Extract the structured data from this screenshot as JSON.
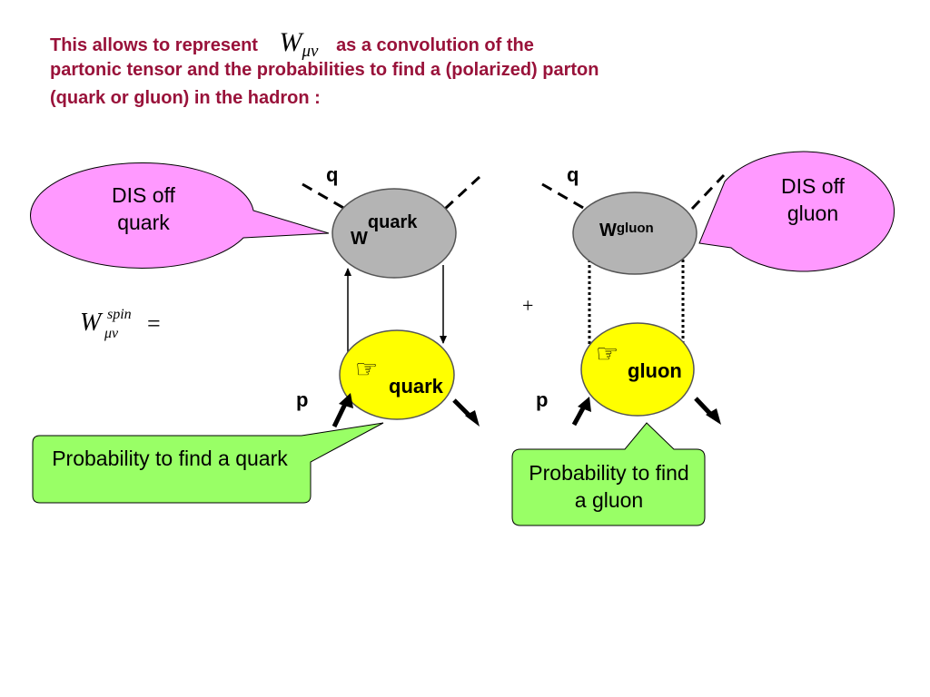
{
  "intro": {
    "line1_before": "This allows to represent",
    "math_W": "W",
    "math_sub": "μν",
    "line1_after": "as a convolution of the",
    "line2": "partonic tensor and the probabilities to find a (polarized) parton",
    "line3": "(quark or gluon) in the hadron :"
  },
  "equation": {
    "W": "W",
    "sup": "spin",
    "sub": "μν",
    "equals": "="
  },
  "plus": "+",
  "quark_diagram": {
    "photon_label": "q",
    "proton_label": "p",
    "tensor_W": "W",
    "tensor_sup": "quark",
    "dist_symbol": "☞",
    "dist_label": "quark",
    "callout_top": "DIS off quark",
    "callout_bottom": "Probability to find a quark"
  },
  "gluon_diagram": {
    "photon_label": "q",
    "proton_label": "p",
    "tensor_W": "W",
    "tensor_sup": "gluon",
    "dist_symbol": "☞",
    "dist_label": "gluon",
    "callout_top": "DIS off gluon",
    "callout_bottom": "Probability to find a gluon"
  },
  "colors": {
    "title": "#99123a",
    "tensor_blob": "#b4b4b4",
    "distribution_blob": "#ffff00",
    "dis_callout": "#ff99ff",
    "probability_callout": "#99ff66"
  }
}
